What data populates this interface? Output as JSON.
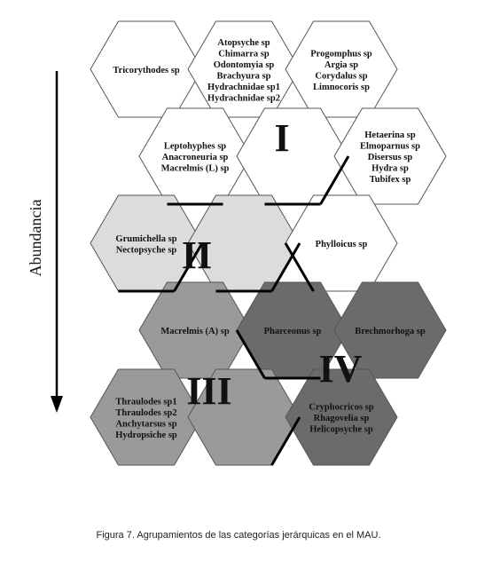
{
  "colors": {
    "white": "#ffffff",
    "light": "#dcdcdc",
    "medium": "#9a9a9a",
    "dark": "#6b6b6b",
    "stroke": "#555555",
    "boundary": "#000000"
  },
  "axis_label": "Abundancia",
  "caption": "Figura 7. Agrupamientos de las categorías jerárquicas en el MAU.",
  "groups": [
    "I",
    "II",
    "III",
    "IV"
  ],
  "hexagons": [
    {
      "id": "r0c0",
      "fill": "white",
      "lines": [
        "Tricorythodes sp"
      ]
    },
    {
      "id": "r0c1",
      "fill": "white",
      "lines": [
        "Atopsyche sp",
        "Chimarra sp",
        "Odontomyia sp",
        "Brachyura sp",
        "Hydrachnidae sp1",
        "Hydrachnidae sp2"
      ]
    },
    {
      "id": "r0c2",
      "fill": "white",
      "lines": [
        "Progomphus sp",
        "Argia sp",
        "Corydalus sp",
        "Limnocoris sp"
      ]
    },
    {
      "id": "r1c0",
      "fill": "white",
      "lines": [
        "Leptohyphes sp",
        "Anacroneuria sp",
        "Macrelmis (L) sp"
      ]
    },
    {
      "id": "r1c1",
      "fill": "white",
      "lines": []
    },
    {
      "id": "r1c2",
      "fill": "white",
      "lines": [
        "Hetaerina sp",
        "Elmoparnus sp",
        "Disersus sp",
        "Hydra sp",
        "Tubifex sp"
      ]
    },
    {
      "id": "r2c0",
      "fill": "light",
      "lines": [
        "Grumichella sp",
        "Nectopsyche sp"
      ]
    },
    {
      "id": "r2c1",
      "fill": "light",
      "lines": []
    },
    {
      "id": "r2c2",
      "fill": "white",
      "lines": [
        "Phylloicus sp"
      ]
    },
    {
      "id": "r3c0",
      "fill": "medium",
      "lines": [
        "Macrelmis (A) sp"
      ]
    },
    {
      "id": "r3c1",
      "fill": "dark",
      "lines": [
        "Pharceonus sp"
      ]
    },
    {
      "id": "r3c2",
      "fill": "dark",
      "lines": [
        "Brechmorhoga sp"
      ]
    },
    {
      "id": "r4c0",
      "fill": "medium",
      "lines": [
        "Thraulodes sp1",
        "Thraulodes sp2",
        "Anchytarsus sp",
        "Hydropsiche sp"
      ]
    },
    {
      "id": "r4c1",
      "fill": "medium",
      "lines": []
    },
    {
      "id": "r4c2",
      "fill": "dark",
      "lines": [
        "Cryphocricos sp",
        "Rhagovelia sp",
        "Helicopsyche sp"
      ]
    }
  ]
}
